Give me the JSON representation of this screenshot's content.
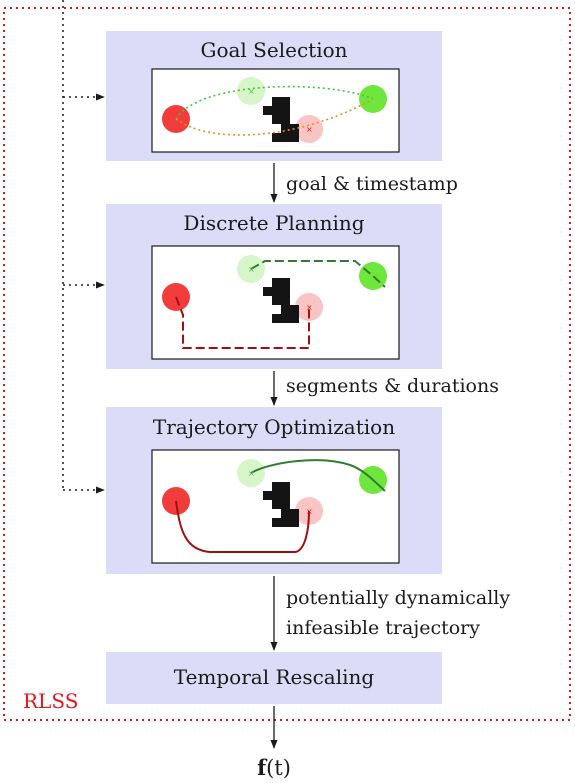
{
  "stages": [
    {
      "title": "Goal Selection"
    },
    {
      "title": "Discrete Planning"
    },
    {
      "title": "Trajectory Optimization"
    },
    {
      "title": "Temporal Rescaling"
    }
  ],
  "edges": [
    {
      "lines": [
        "goal & timestamp"
      ]
    },
    {
      "lines": [
        "segments & durations"
      ]
    },
    {
      "lines": [
        "potentially dynamically",
        "infeasible trajectory"
      ]
    }
  ],
  "rlss_label": "RLSS",
  "output": {
    "bold": "f",
    "rest": "(t)"
  },
  "colors": {
    "stage_fill": "#dcdcf8",
    "rlss_border": "#e8141a",
    "robot_start": "#f23c3c",
    "robot_start_ghost": "#f9c4c4",
    "robot_goal": "#6ee63c",
    "robot_goal_ghost": "#d6f5c8",
    "obstacle": "#141414",
    "green_path": "#2e7d32",
    "red_path": "#a01010",
    "green_dotted": "#3cc83c",
    "orange_dotted": "#f08c1e"
  }
}
